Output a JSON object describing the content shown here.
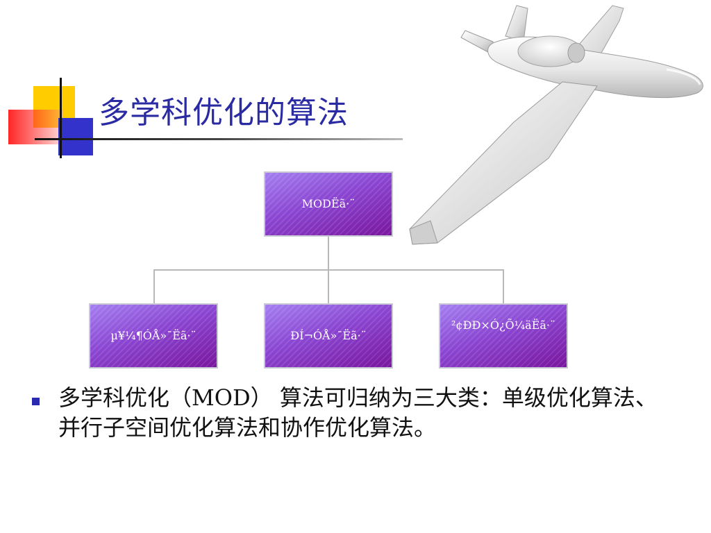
{
  "slide": {
    "title": "多学科优化的算法",
    "diagram": {
      "root": {
        "label": "MODËã·¨"
      },
      "children": [
        {
          "label": "µ¥¼¶ÓÅ»¯Ëã·¨"
        },
        {
          "label": "Ð­Í¬ÓÅ»¯Ëã·¨"
        },
        {
          "label": "²¢ÐÐ×Ó¿Õ¼äËã·¨"
        }
      ]
    },
    "bullet": {
      "text": "多学科优化（MOD） 算法可归纳为三大类：单级优化算法、并行子空间优化算法和协作优化算法。"
    },
    "colors": {
      "title": "#2a2aa3",
      "bullet_marker": "#2a2ab0",
      "node_gradient_start": "#a47ff0",
      "node_gradient_end": "#7a169e",
      "deco_yellow": "#ffcc00",
      "deco_blue": "#3333cc",
      "deco_red": "#ff0000"
    },
    "images": [
      {
        "name": "uav-drone",
        "description": "white unmanned aerial vehicle illustration"
      }
    ]
  }
}
